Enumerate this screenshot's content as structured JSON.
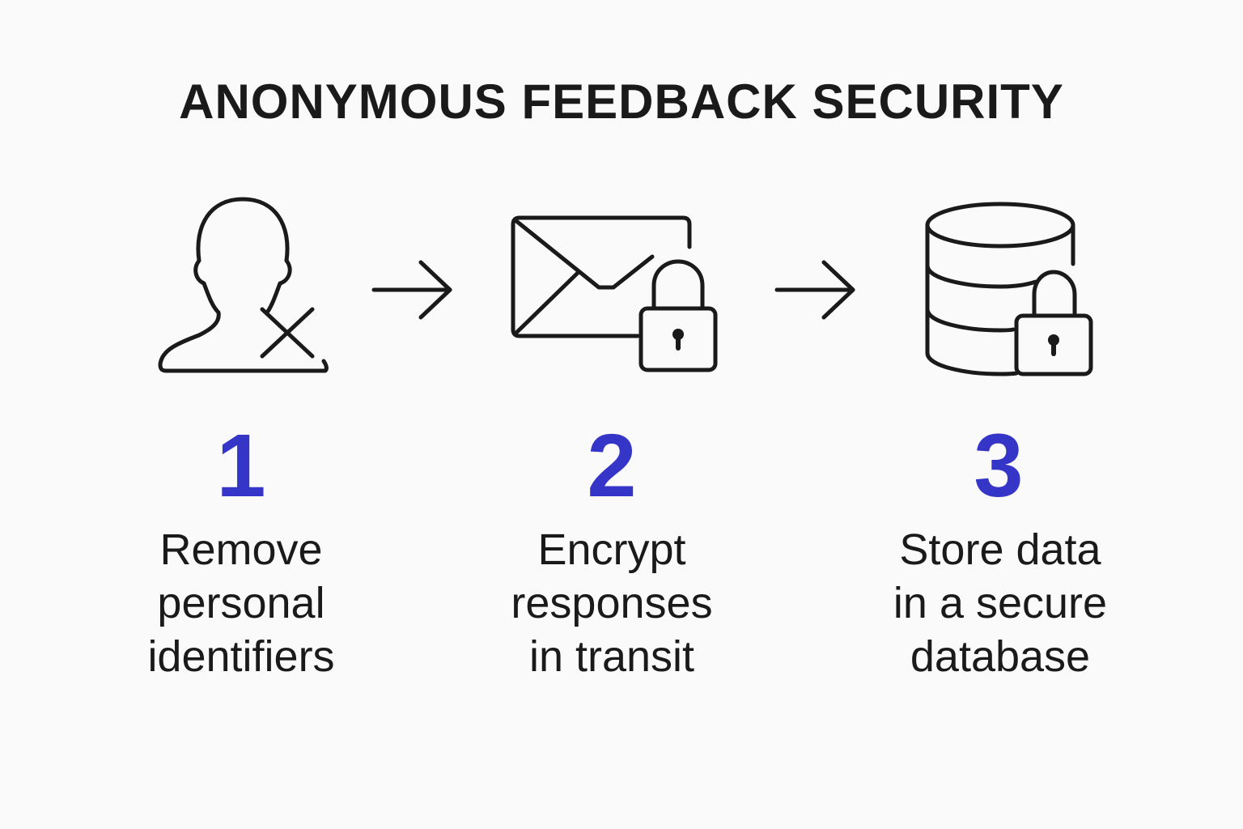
{
  "title": "ANONYMOUS FEEDBACK SECURITY",
  "colors": {
    "accent": "#3535c8",
    "stroke": "#1a1a1a",
    "background": "#fafafa"
  },
  "steps": [
    {
      "number": "1",
      "icon": "user-remove-icon",
      "lines": [
        "Remove",
        "personal",
        "identifiers"
      ]
    },
    {
      "number": "2",
      "icon": "envelope-lock-icon",
      "lines": [
        "Encrypt",
        "responses",
        "in transit"
      ]
    },
    {
      "number": "3",
      "icon": "database-lock-icon",
      "lines": [
        "Store data",
        "in a secure",
        "database"
      ]
    }
  ],
  "connectors": [
    "arrow-right-icon",
    "arrow-right-icon"
  ]
}
